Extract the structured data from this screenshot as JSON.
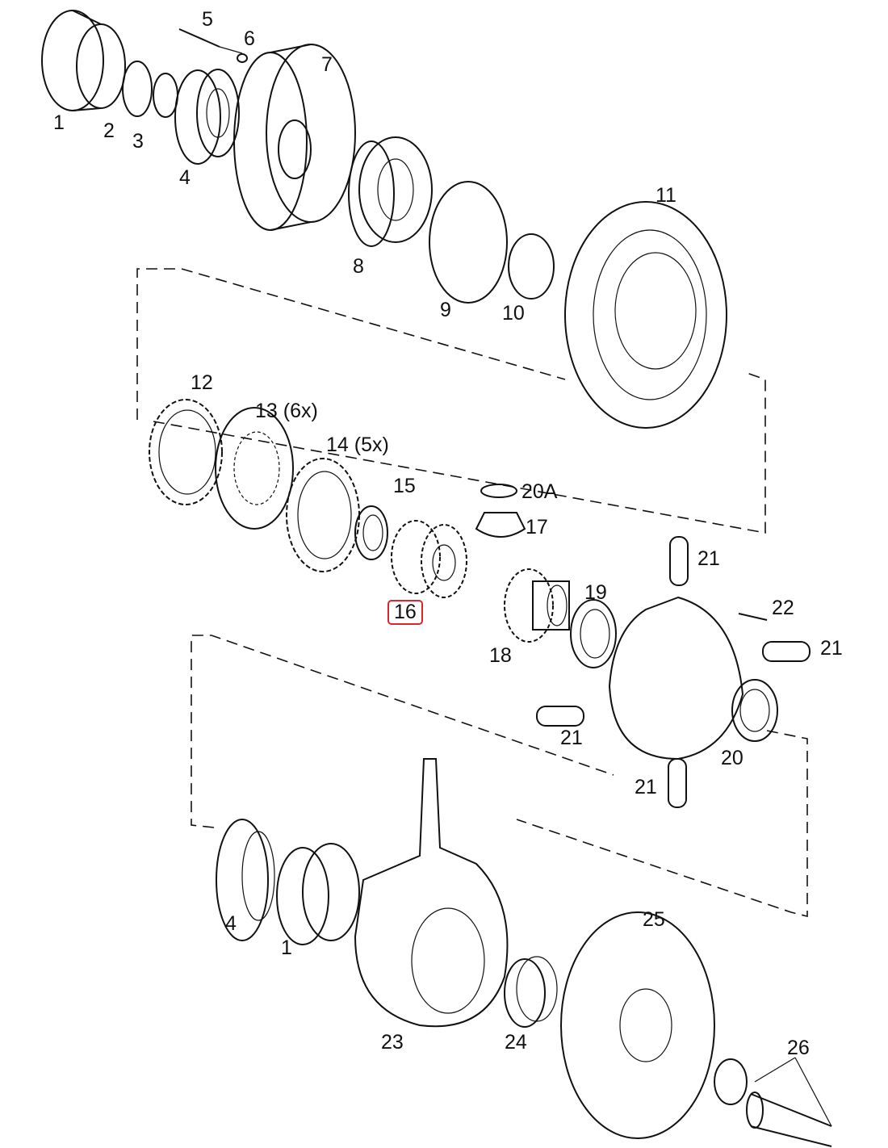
{
  "diagram": {
    "labels": [
      {
        "id": "l1a",
        "text": "1"
      },
      {
        "id": "l2",
        "text": "2"
      },
      {
        "id": "l3",
        "text": "3"
      },
      {
        "id": "l4a",
        "text": "4"
      },
      {
        "id": "l5",
        "text": "5"
      },
      {
        "id": "l6",
        "text": "6"
      },
      {
        "id": "l7",
        "text": "7"
      },
      {
        "id": "l8",
        "text": "8"
      },
      {
        "id": "l9",
        "text": "9"
      },
      {
        "id": "l10",
        "text": "10"
      },
      {
        "id": "l11",
        "text": "11"
      },
      {
        "id": "l12",
        "text": "12"
      },
      {
        "id": "l13",
        "text": "13 (6x)"
      },
      {
        "id": "l14",
        "text": "14 (5x)"
      },
      {
        "id": "l15",
        "text": "15"
      },
      {
        "id": "l16",
        "text": "16"
      },
      {
        "id": "l20a",
        "text": "20A"
      },
      {
        "id": "l17",
        "text": "17"
      },
      {
        "id": "l21a",
        "text": "21"
      },
      {
        "id": "l19",
        "text": "19"
      },
      {
        "id": "l22",
        "text": "22"
      },
      {
        "id": "l21b",
        "text": "21"
      },
      {
        "id": "l18",
        "text": "18"
      },
      {
        "id": "l21c",
        "text": "21"
      },
      {
        "id": "l20",
        "text": "20"
      },
      {
        "id": "l21d",
        "text": "21"
      },
      {
        "id": "l25",
        "text": "25"
      },
      {
        "id": "l4b",
        "text": "4"
      },
      {
        "id": "l1b",
        "text": "1"
      },
      {
        "id": "l23",
        "text": "23"
      },
      {
        "id": "l24",
        "text": "24"
      },
      {
        "id": "l26",
        "text": "26"
      }
    ],
    "highlighted_part": "16",
    "highlight_color": "#d9262f"
  }
}
